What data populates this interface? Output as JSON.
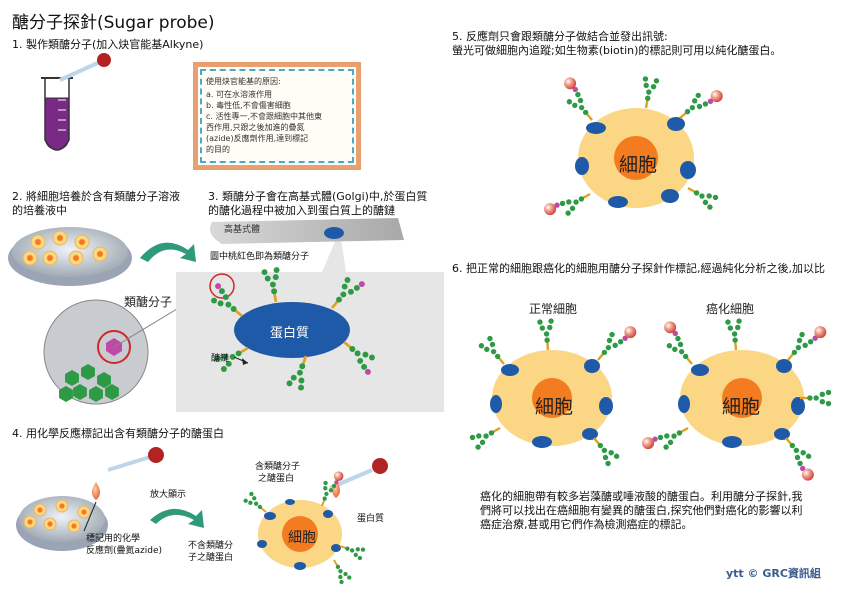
{
  "title": "醣分子探針(Sugar probe)",
  "step1": "1. 製作類醣分子(加入炔官能基Alkyne)",
  "note": {
    "heading": "使用炔官能基的原因:",
    "lines": [
      "a. 可在水溶液作用",
      "b. 毒性低,不會傷害細胞",
      "c. 活性專一,不會跟細胞中其他東",
      "   西作用,只跟之後加進的疊氮",
      "   (azide)反應劑作用,達到標記",
      "   的目的"
    ]
  },
  "step2": [
    "2. 將細胞培養於含有類醣分子溶液",
    "的培養液中"
  ],
  "step3": [
    "3. 類醣分子會在高基式體(Golgi)中,於蛋白質",
    "的醣化過程中被加入到蛋白質上的醣鏈"
  ],
  "golgi_label": "高基式體",
  "purple_note": "圖中桃紅色即為類醣分子",
  "sugar_analog_label": "類醣分子",
  "protein_label": "蛋白質",
  "glycan_label": "醣鏈",
  "step4": "4. 用化學反應標記出含有類醣分子的醣蛋白",
  "magnify_label": "放大顯示",
  "reagent_label": [
    "標記用的化學",
    "反應劑(疊氮azide)"
  ],
  "with_analog_label": [
    "含類醣分子",
    "之醣蛋白"
  ],
  "protein_label2": "蛋白質",
  "without_analog_label": [
    "不含類醣分",
    "子之醣蛋白"
  ],
  "cell_label": "細胞",
  "step5": [
    "5. 反應劑只會跟類醣分子做結合並發出訊號:",
    "螢光可做細胞內追蹤;如生物素(biotin)的標記則可用以純化醣蛋白。"
  ],
  "step6": "6. 把正常的細胞跟癌化的細胞用醣分子探針作標記,經過純化分析之後,加以比",
  "normal_cell_label": "正常細胞",
  "cancer_cell_label": "癌化細胞",
  "conclusion": [
    "癌化的細胞帶有較多岩藻醣或唾液酸的醣蛋白。利用醣分子探針,我",
    "們將可以找出在癌細胞有變異的醣蛋白,探究他們對癌化的影響以利",
    "癌症治療,甚或用它們作為檢測癌症的標記。"
  ],
  "credit": "ytt © GRC資訊組",
  "colors": {
    "cell_fill": "#fbd685",
    "nucleus": "#f47c20",
    "protein": "#1f5aa8",
    "glycan": "#2e9a46",
    "analog": "#c048a6",
    "tube_liquid": "#7a2a86",
    "probe_ball": "#e8604c",
    "arrow": "#2e9a7a"
  }
}
